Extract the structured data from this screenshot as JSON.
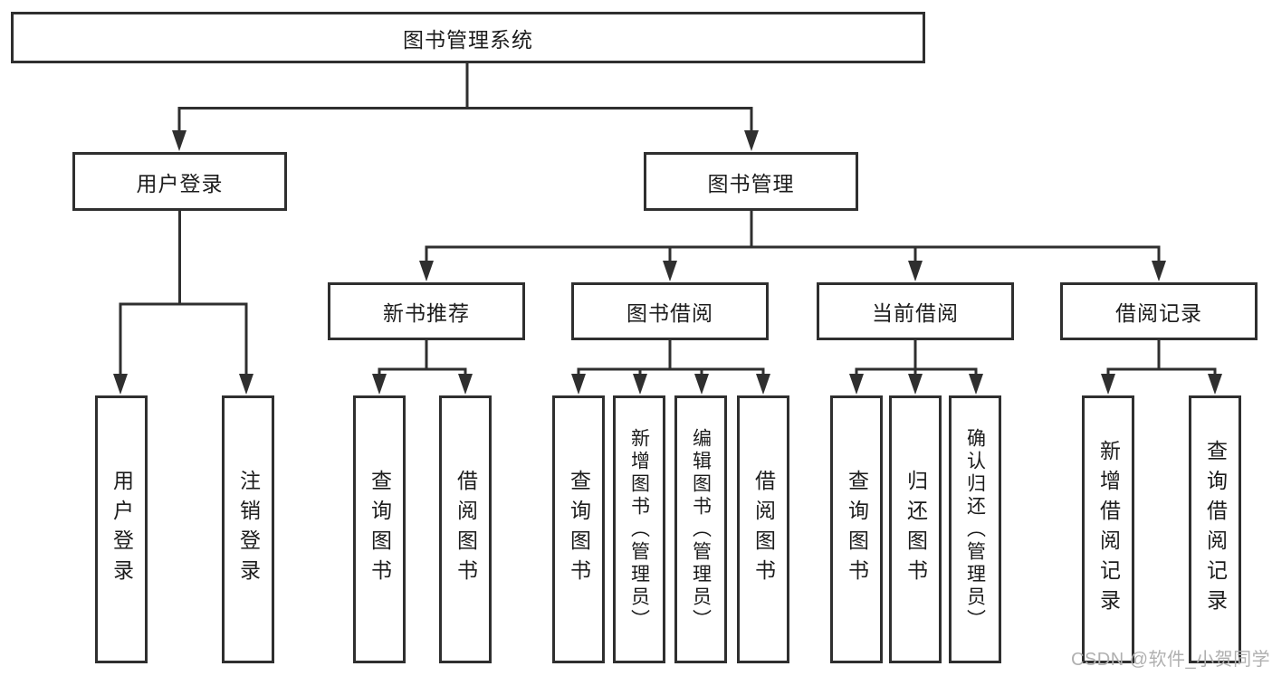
{
  "diagram": {
    "title": "图书管理系统",
    "root": {
      "label": "图书管理系统"
    },
    "level2": [
      {
        "label": "用户登录"
      },
      {
        "label": "图书管理"
      }
    ],
    "level3": [
      {
        "label": "新书推荐"
      },
      {
        "label": "图书借阅"
      },
      {
        "label": "当前借阅"
      },
      {
        "label": "借阅记录"
      }
    ],
    "leaves": [
      {
        "label": "用户登录",
        "parent": "用户登录"
      },
      {
        "label": "注销登录",
        "parent": "用户登录"
      },
      {
        "label": "查询图书",
        "parent": "新书推荐"
      },
      {
        "label": "借阅图书",
        "parent": "新书推荐"
      },
      {
        "label": "查询图书",
        "parent": "图书借阅"
      },
      {
        "label": "新增图书（管理员）",
        "parent": "图书借阅"
      },
      {
        "label": "编辑图书（管理员）",
        "parent": "图书借阅"
      },
      {
        "label": "借阅图书",
        "parent": "图书借阅"
      },
      {
        "label": "查询图书",
        "parent": "当前借阅"
      },
      {
        "label": "归还图书",
        "parent": "当前借阅"
      },
      {
        "label": "确认归还（管理员）",
        "parent": "当前借阅"
      },
      {
        "label": "新增借阅记录",
        "parent": "借阅记录"
      },
      {
        "label": "查询借阅记录",
        "parent": "借阅记录"
      }
    ],
    "watermark": "CSDN @软件_小贺同学",
    "colors": {
      "line": "#2f2f2f",
      "text": "#1c1c1c",
      "watermark": "#b0b0b0",
      "background": "#ffffff"
    }
  }
}
